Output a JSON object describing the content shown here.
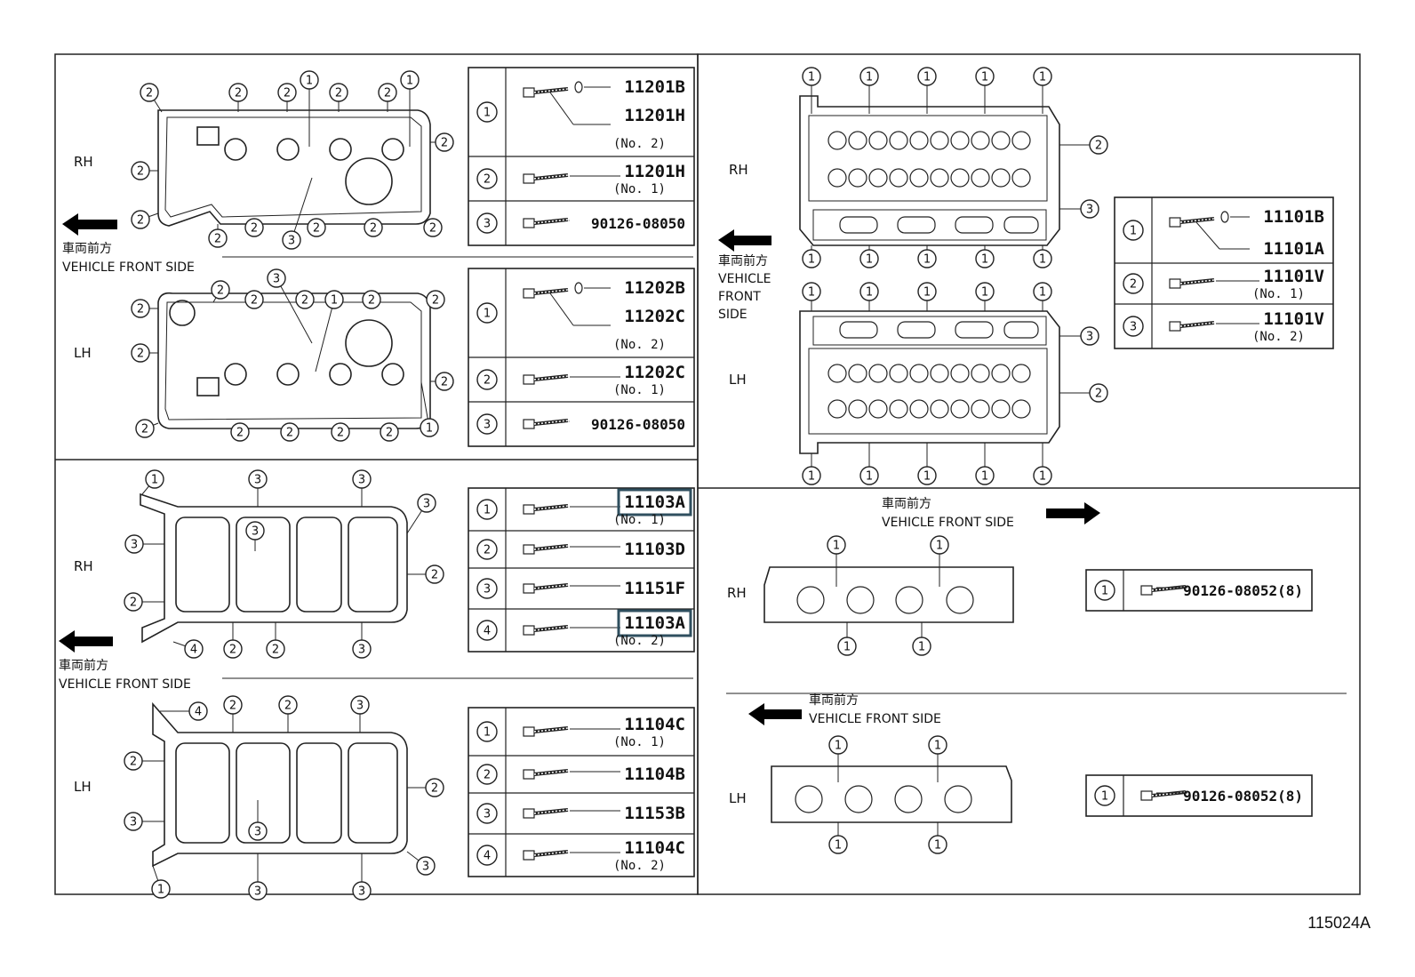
{
  "labels": {
    "rh": "RH",
    "lh": "LH",
    "front_jp": "車両前方",
    "front_en": "VEHICLE FRONT SIDE",
    "front_en_stack": [
      "VEHICLE",
      "FRONT",
      "SIDE"
    ]
  },
  "figure_id": "115024A",
  "tables": {
    "valve_cover_rh": [
      {
        "ref": "1",
        "parts": [
          "11201B",
          "11201H"
        ],
        "note": "(No. 2)"
      },
      {
        "ref": "2",
        "parts": [
          "11201H"
        ],
        "note": "(No. 1)"
      },
      {
        "ref": "3",
        "parts": [
          "90126-08050"
        ],
        "note": ""
      }
    ],
    "valve_cover_lh": [
      {
        "ref": "1",
        "parts": [
          "11202B",
          "11202C"
        ],
        "note": "(No. 2)"
      },
      {
        "ref": "2",
        "parts": [
          "11202C"
        ],
        "note": "(No. 1)"
      },
      {
        "ref": "3",
        "parts": [
          "90126-08050"
        ],
        "note": ""
      }
    ],
    "pan_rh": [
      {
        "ref": "1",
        "parts": [
          "11103A"
        ],
        "note": "(No. 1)",
        "highlight": true
      },
      {
        "ref": "2",
        "parts": [
          "11103D"
        ],
        "note": ""
      },
      {
        "ref": "3",
        "parts": [
          "11151F"
        ],
        "note": ""
      },
      {
        "ref": "4",
        "parts": [
          "11103A"
        ],
        "note": "(No. 2)",
        "highlight": true
      }
    ],
    "pan_lh": [
      {
        "ref": "1",
        "parts": [
          "11104C"
        ],
        "note": "(No. 1)"
      },
      {
        "ref": "2",
        "parts": [
          "11104B"
        ],
        "note": ""
      },
      {
        "ref": "3",
        "parts": [
          "11153B"
        ],
        "note": ""
      },
      {
        "ref": "4",
        "parts": [
          "11104C"
        ],
        "note": "(No. 2)"
      }
    ],
    "head": [
      {
        "ref": "1",
        "parts": [
          "11101B",
          "11101A"
        ],
        "note": ""
      },
      {
        "ref": "2",
        "parts": [
          "11101V"
        ],
        "note": "(No. 1)"
      },
      {
        "ref": "3",
        "parts": [
          "11101V"
        ],
        "note": "(No. 2)"
      }
    ],
    "manifold_rh": [
      {
        "ref": "1",
        "parts": [
          "90126-08052(8)"
        ],
        "note": ""
      }
    ],
    "manifold_lh": [
      {
        "ref": "1",
        "parts": [
          "90126-08052(8)"
        ],
        "note": ""
      }
    ]
  },
  "colors": {
    "line": "#222222",
    "highlight_border": "#2f4f5f",
    "arrow": "#000000"
  },
  "icons": [
    "left-arrow-icon",
    "right-arrow-icon",
    "bolt-icon",
    "washer-icon",
    "callout-circle-icon"
  ]
}
